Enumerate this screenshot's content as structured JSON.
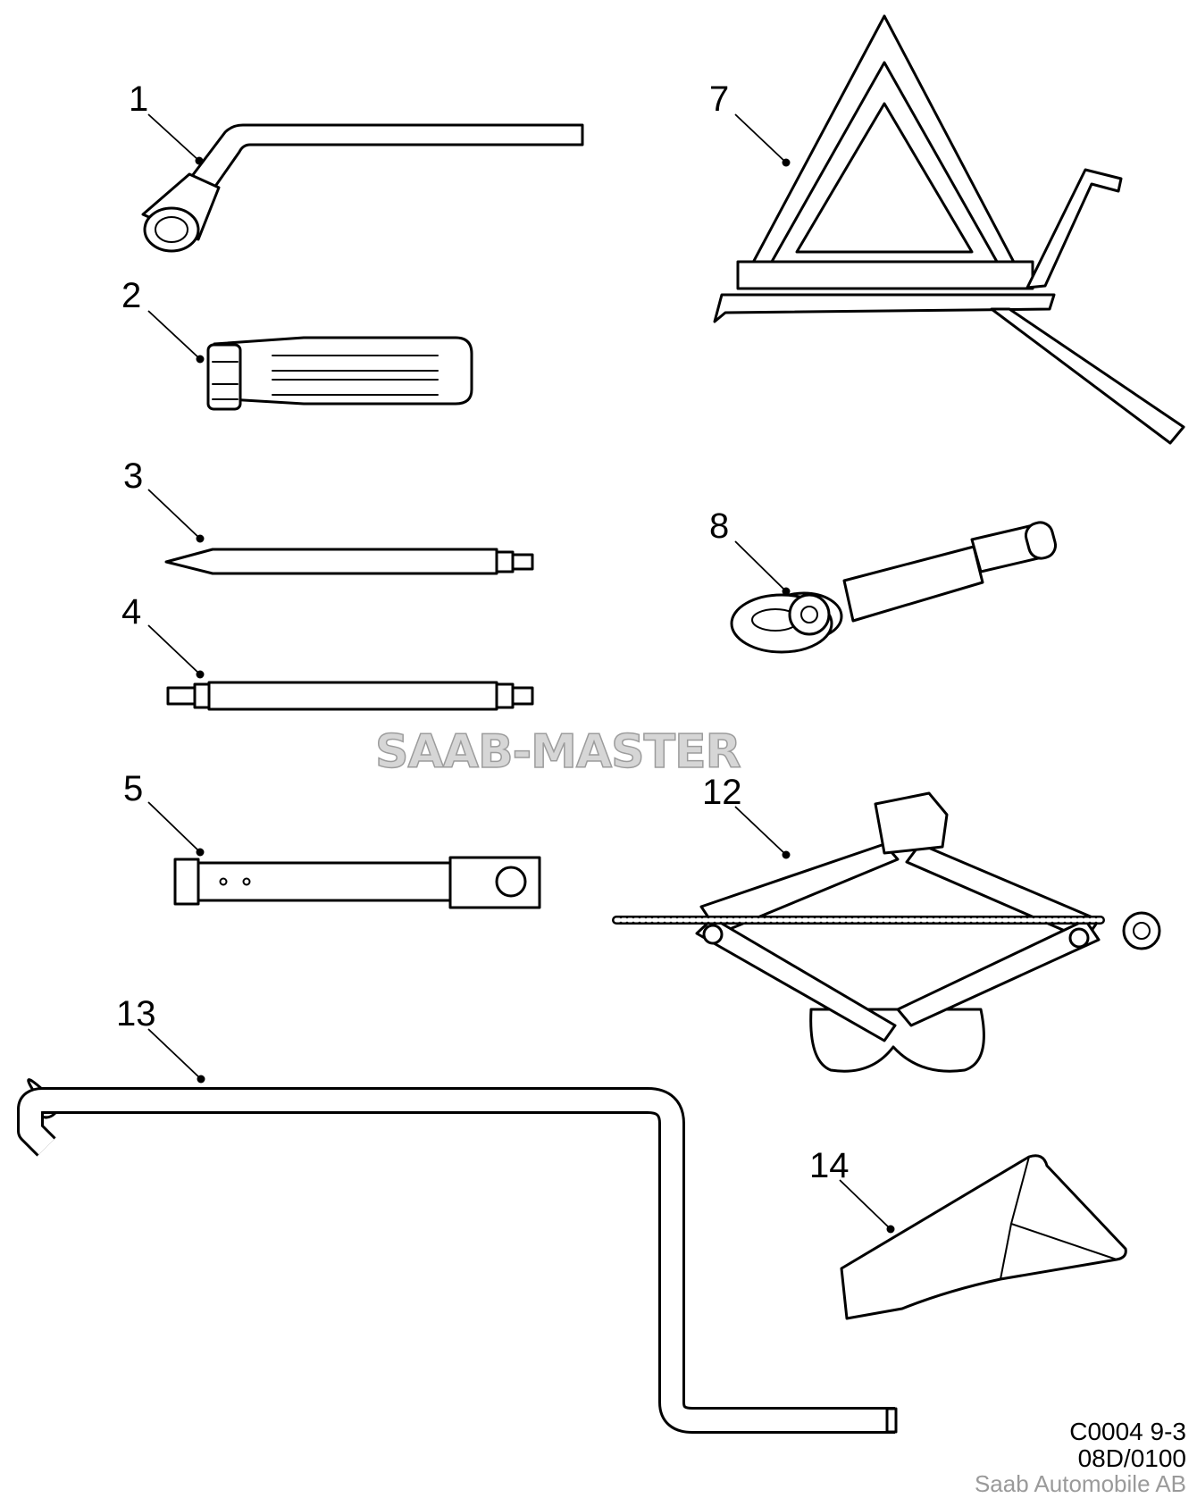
{
  "callouts": [
    {
      "id": "1",
      "label": "1",
      "part": "wheel-brace"
    },
    {
      "id": "2",
      "label": "2",
      "part": "screwdriver-handle"
    },
    {
      "id": "3",
      "label": "3",
      "part": "bit-flat"
    },
    {
      "id": "4",
      "label": "4",
      "part": "bit-hex"
    },
    {
      "id": "5",
      "label": "5",
      "part": "extension-socket"
    },
    {
      "id": "7",
      "label": "7",
      "part": "warning-triangle"
    },
    {
      "id": "8",
      "label": "8",
      "part": "towing-eye"
    },
    {
      "id": "12",
      "label": "12",
      "part": "scissor-jack"
    },
    {
      "id": "13",
      "label": "13",
      "part": "jack-crank-handle"
    },
    {
      "id": "14",
      "label": "14",
      "part": "wheel-chock"
    }
  ],
  "watermark": "SAAB-MASTER",
  "reference": {
    "code": "C0004 9-3",
    "number": "08D/0100",
    "maker": "Saab Automobile AB"
  }
}
